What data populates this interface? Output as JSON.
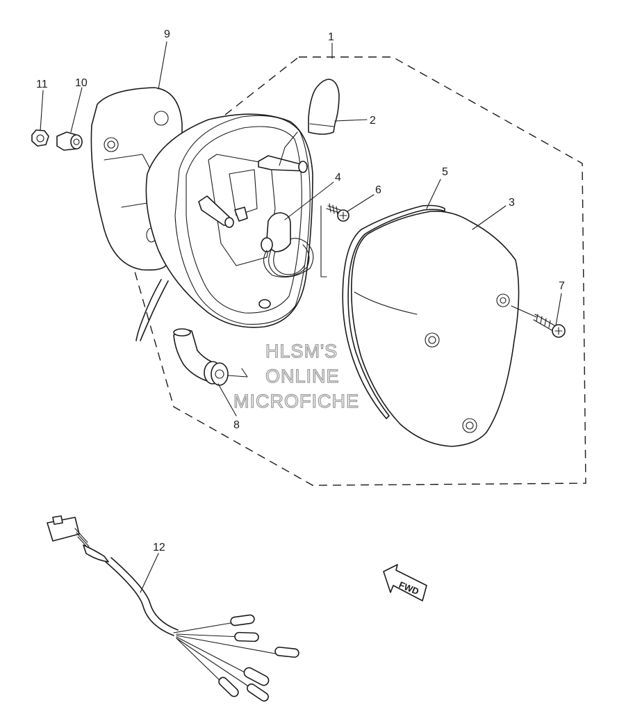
{
  "diagram": {
    "callouts": {
      "c1": "1",
      "c2": "2",
      "c3": "3",
      "c4": "4",
      "c5": "5",
      "c6": "6",
      "c7": "7",
      "c8": "8",
      "c9": "9",
      "c10": "10",
      "c11": "11",
      "c12": "12"
    },
    "watermark": {
      "line1": "HLSM'S",
      "line2": "ONLINE",
      "line3": "MICROFICHE"
    },
    "direction_marker": "FWD"
  }
}
